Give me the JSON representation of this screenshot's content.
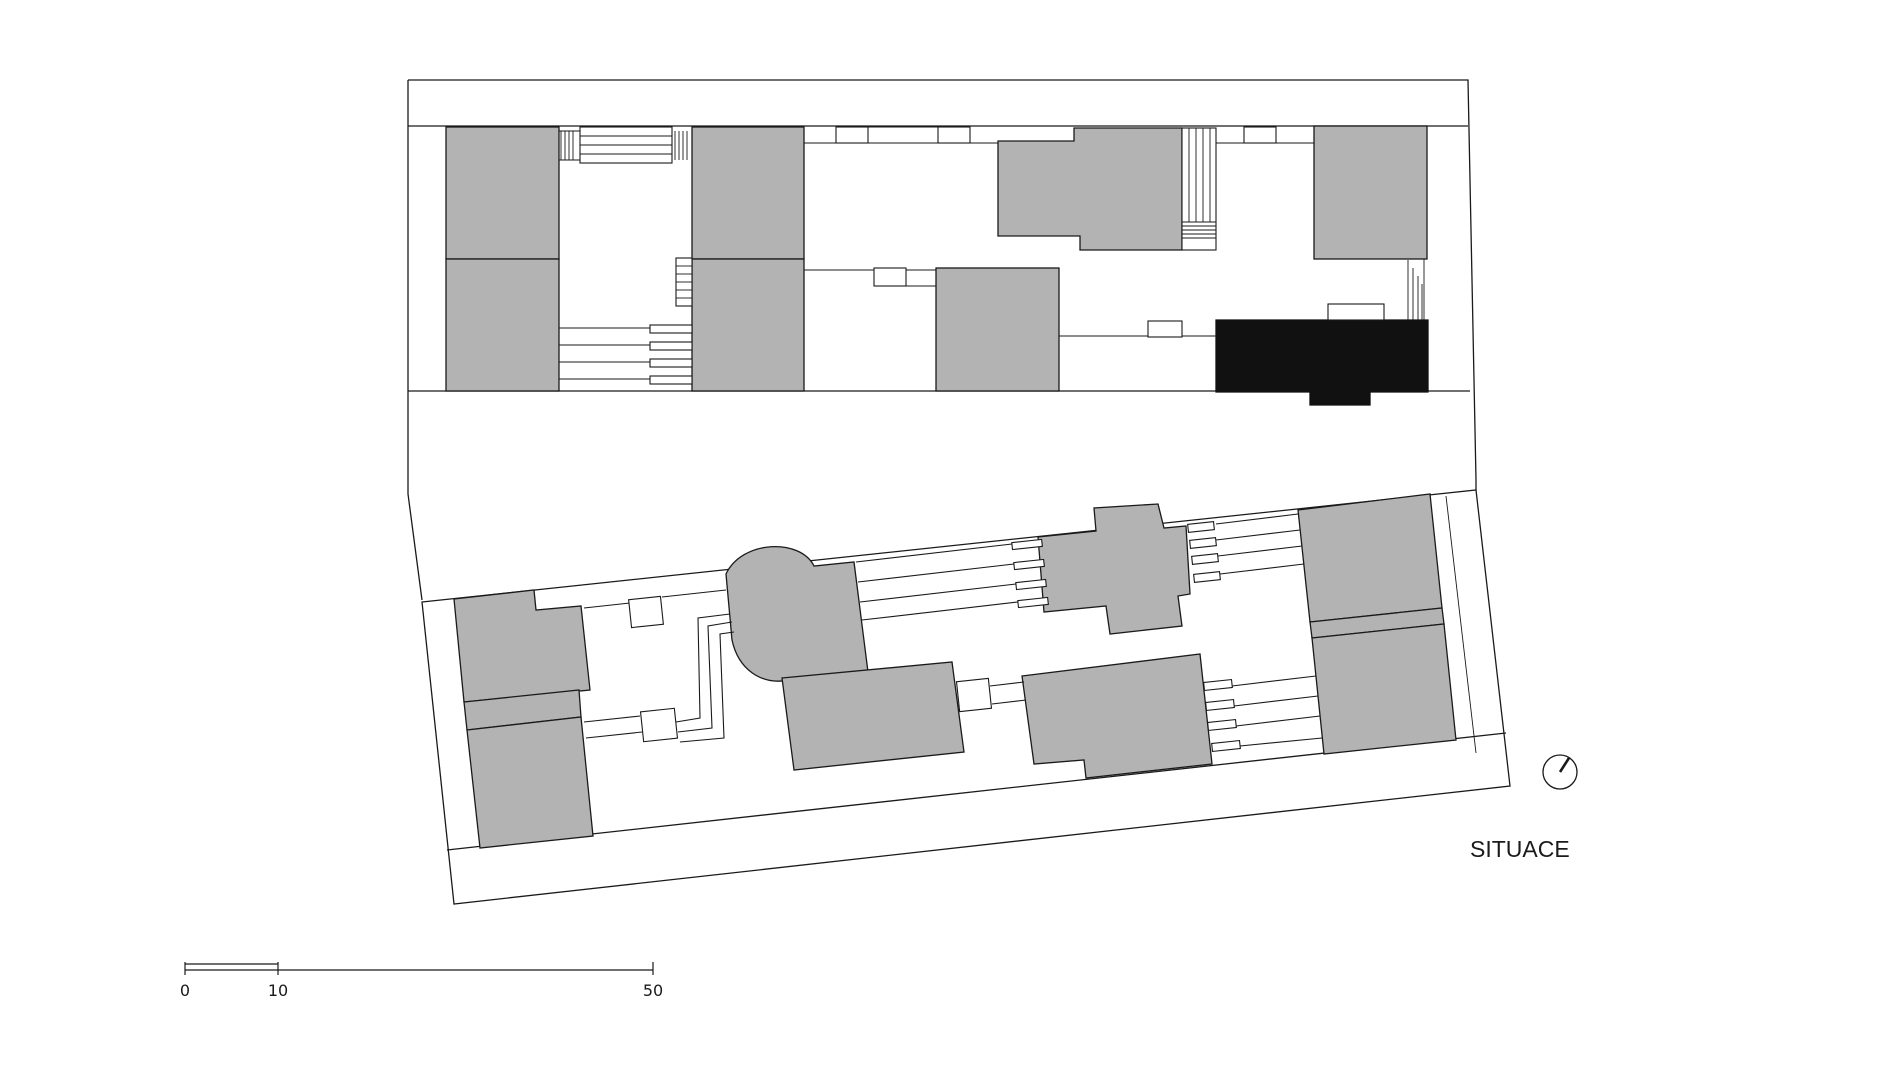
{
  "drawing": {
    "title": "SITUACE",
    "colors": {
      "building_fill": "#b3b3b3",
      "highlight_fill": "#111111",
      "line": "#1a1a1a",
      "background": "#ffffff"
    },
    "icons": {
      "north": "north-arrow-icon"
    }
  },
  "scale_bar": {
    "labels": [
      "0",
      "10",
      "50"
    ]
  }
}
